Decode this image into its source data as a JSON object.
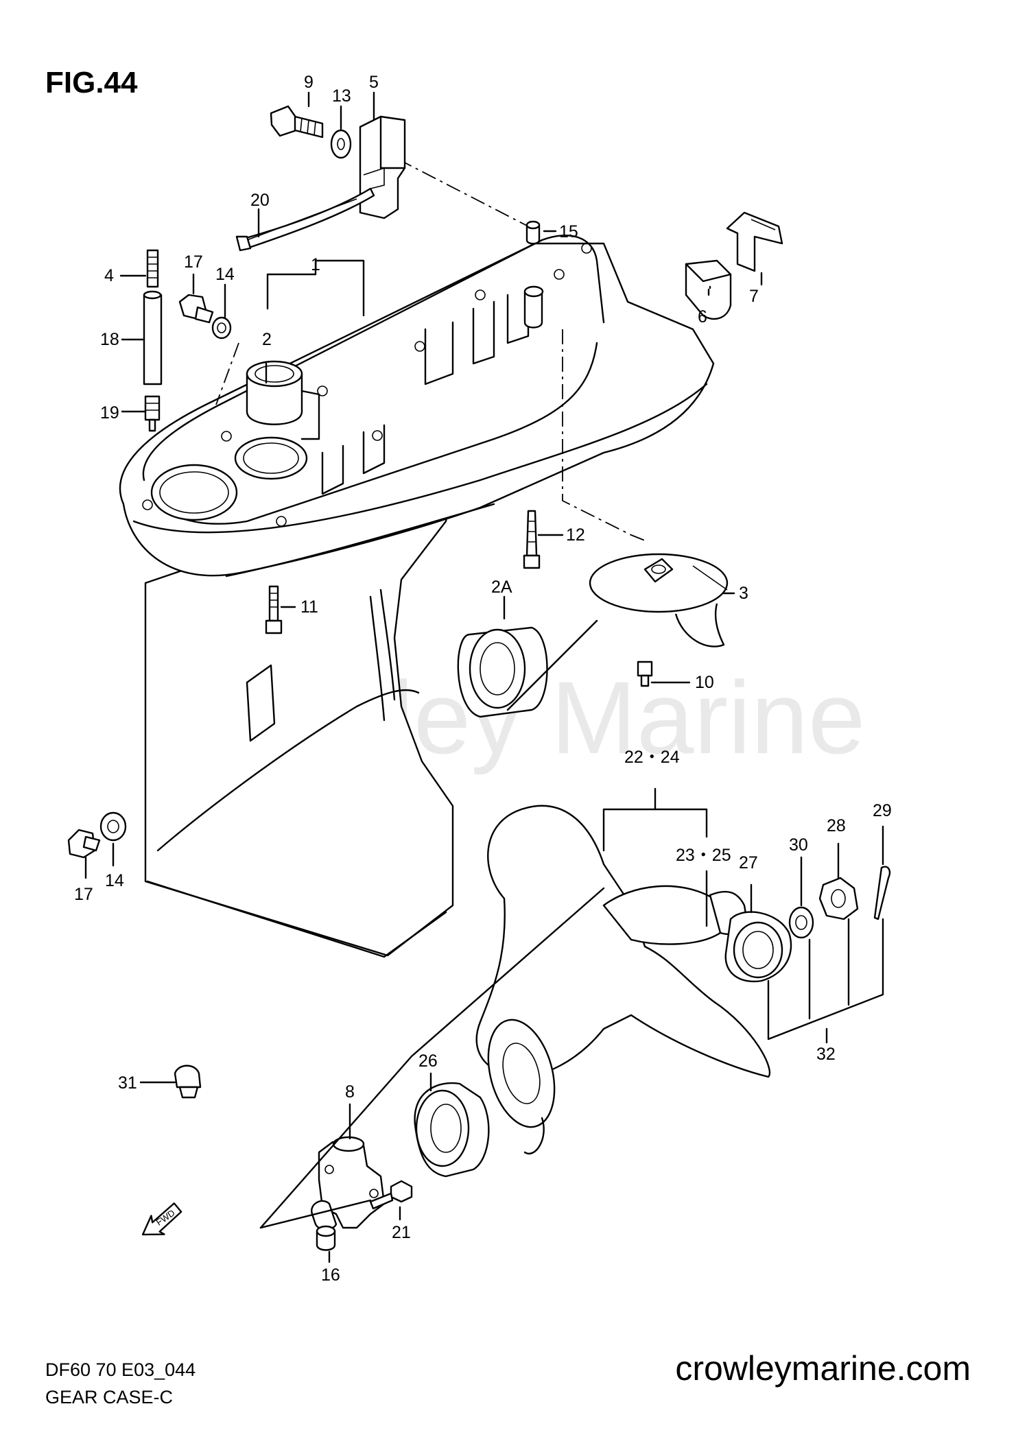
{
  "figure": {
    "label": "FIG.44",
    "watermark": "Crowley Marine",
    "model_code": "DF60 70 E03_044",
    "section_name": "GEAR CASE-C",
    "site": "crowleymarine.com",
    "fwd_arrow_text": "FWD"
  },
  "callouts": [
    {
      "id": "c9",
      "text": "9"
    },
    {
      "id": "c13",
      "text": "13"
    },
    {
      "id": "c5",
      "text": "5"
    },
    {
      "id": "c20",
      "text": "20"
    },
    {
      "id": "c15",
      "text": "15"
    },
    {
      "id": "c17a",
      "text": "17"
    },
    {
      "id": "c14a",
      "text": "14"
    },
    {
      "id": "c1",
      "text": "1"
    },
    {
      "id": "c4",
      "text": "4"
    },
    {
      "id": "c18",
      "text": "18"
    },
    {
      "id": "c2",
      "text": "2"
    },
    {
      "id": "c19",
      "text": "19"
    },
    {
      "id": "c6",
      "text": "6"
    },
    {
      "id": "c7",
      "text": "7"
    },
    {
      "id": "c12",
      "text": "12"
    },
    {
      "id": "c3",
      "text": "3"
    },
    {
      "id": "c11",
      "text": "11"
    },
    {
      "id": "c2A",
      "text": "2A"
    },
    {
      "id": "c10",
      "text": "10"
    },
    {
      "id": "c2224",
      "text": "22・24"
    },
    {
      "id": "c29",
      "text": "29"
    },
    {
      "id": "c28",
      "text": "28"
    },
    {
      "id": "c30",
      "text": "30"
    },
    {
      "id": "c2325",
      "text": "23・25"
    },
    {
      "id": "c27",
      "text": "27"
    },
    {
      "id": "c17b",
      "text": "17"
    },
    {
      "id": "c14b",
      "text": "14"
    },
    {
      "id": "c32",
      "text": "32"
    },
    {
      "id": "c26",
      "text": "26"
    },
    {
      "id": "c31",
      "text": "31"
    },
    {
      "id": "c8",
      "text": "8"
    },
    {
      "id": "c21",
      "text": "21"
    },
    {
      "id": "c16",
      "text": "16"
    }
  ]
}
